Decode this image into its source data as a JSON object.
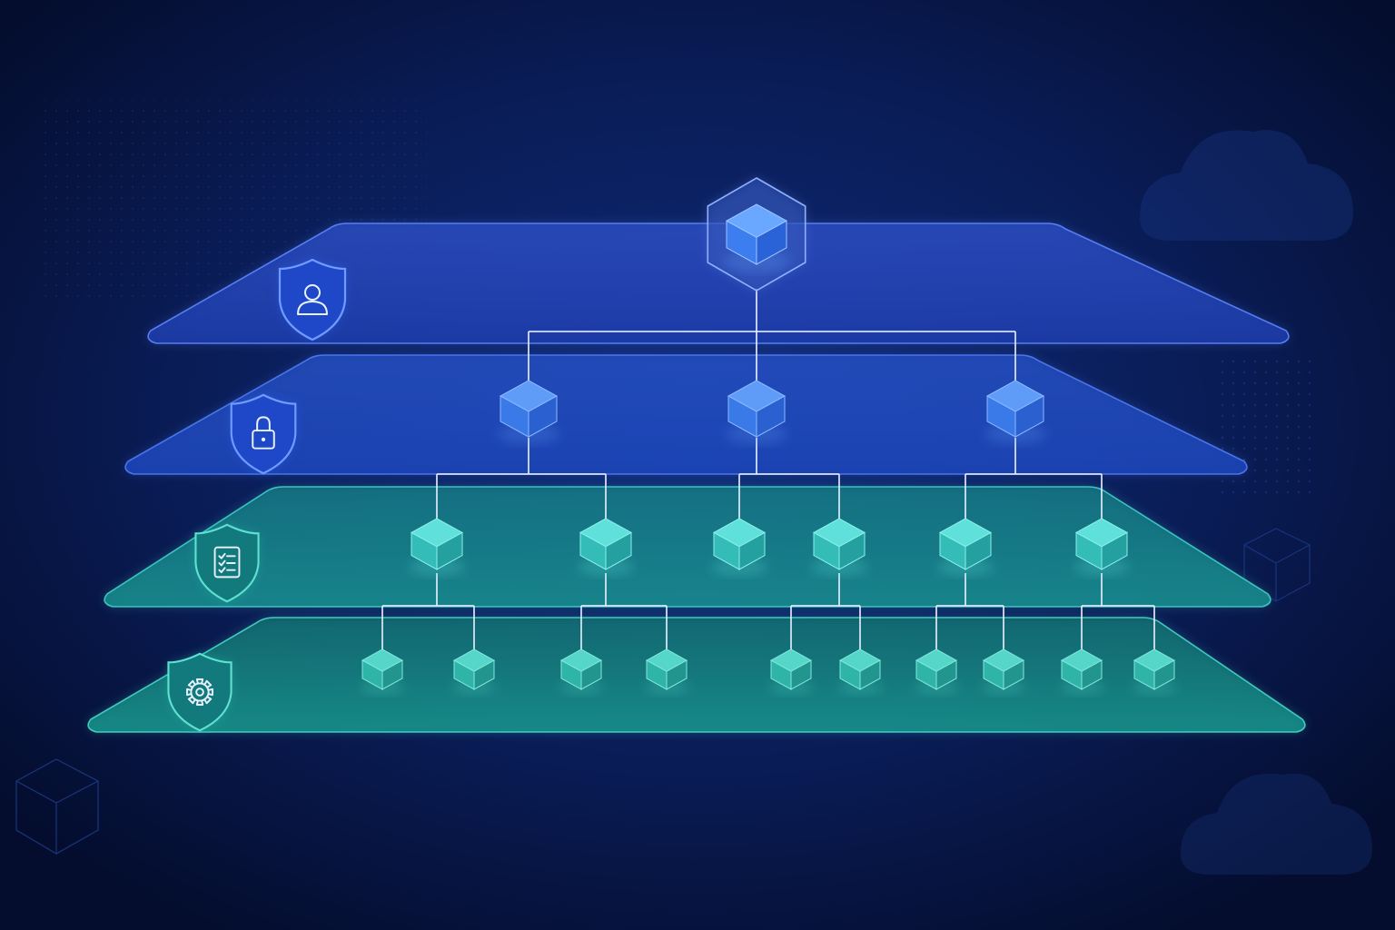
{
  "colors": {
    "background": "#071540",
    "layer_blue": "#2f5fe0",
    "layer_teal": "#1fa7a0",
    "connector": "#e8f1ff",
    "cube_blue": "#3f86f0",
    "cube_teal": "#35c4c0"
  },
  "layers": [
    {
      "icon": "user-shield-icon",
      "tone": "blue"
    },
    {
      "icon": "lock-shield-icon",
      "tone": "blue"
    },
    {
      "icon": "checklist-shield-icon",
      "tone": "teal"
    },
    {
      "icon": "gear-shield-icon",
      "tone": "teal"
    }
  ],
  "hierarchy": {
    "root": {
      "icon": "hexagon-cube-icon"
    },
    "level_counts": [
      1,
      3,
      6,
      10
    ],
    "children_per_node": [
      [
        3
      ],
      [
        2,
        2,
        2
      ],
      [
        2,
        2,
        0,
        2,
        2,
        2
      ]
    ]
  },
  "decorations": [
    "cloud-icon",
    "cloud-icon",
    "wireframe-cube-icon",
    "wireframe-cube-icon",
    "dot-grid"
  ]
}
